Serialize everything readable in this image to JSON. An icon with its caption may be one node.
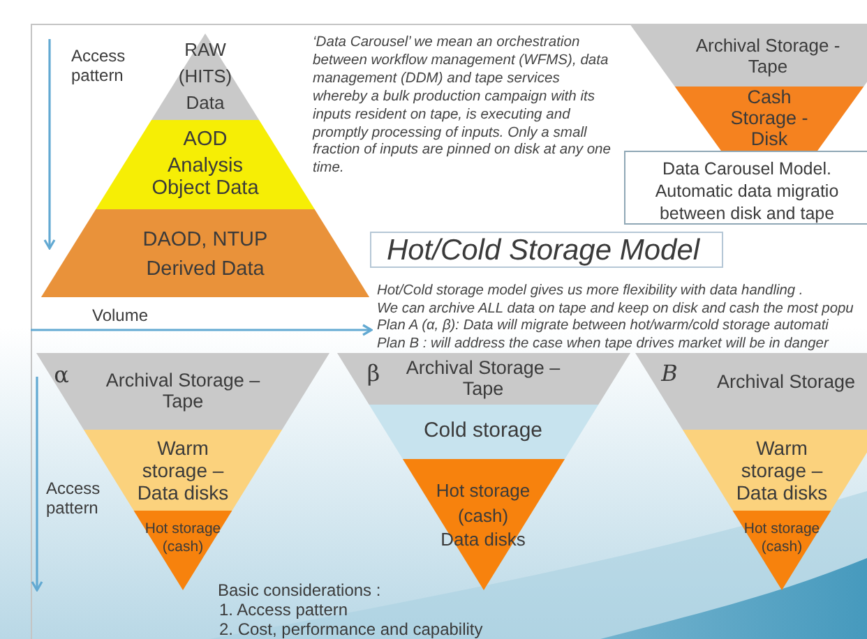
{
  "diagram": {
    "nodes": [
      {
        "text": [
          "RAW (HITS) Data"
        ]
      },
      {
        "text": [
          "AOD",
          "Analysis Object Data"
        ]
      },
      {
        "text": [
          "DAOD, NTUP",
          "Derived Data"
        ]
      },
      {
        "text": [
          "Archival Storage - Tape"
        ]
      },
      {
        "text": [
          "Cash Storage - Disk"
        ]
      },
      {
        "text": [
          "Data Carousel Model. Automatic data migratio between disk and tape"
        ]
      },
      {
        "text": [
          "Hot/Cold Storage Model"
        ]
      },
      {
        "text": [
          "α",
          "Archival Storage – Tape"
        ]
      },
      {
        "text": [
          "Warm storage – Data disks"
        ]
      },
      {
        "text": [
          "Hot storage (cash)"
        ]
      },
      {
        "text": [
          "β",
          "Archival Storage – Tape"
        ]
      },
      {
        "text": [
          "Cold storage"
        ]
      },
      {
        "text": [
          "Hot storage (cash)",
          "Data disks"
        ]
      },
      {
        "text": [
          "B",
          "Archival Storage"
        ]
      },
      {
        "text": [
          "Warm storage – Data disks"
        ]
      },
      {
        "text": [
          "Hot storage (cash)"
        ]
      }
    ],
    "labels": [
      "Access pattern",
      "‘Data Carousel’ we mean an orchestration between workflow management (WFMS), data management (DDM) and tape services whereby a bulk production campaign with its inputs resident on tape, is executing and promptly processing of inputs. Only a small fraction of inputs are pinned on disk at any one time.",
      "Volume",
      "Hot/Cold storage model gives us more flexibility with data handling .",
      "We can archive ALL data on tape and keep on disk and cash the most popu",
      "Plan A (α, β): Data will migrate between hot/warm/cold storage automati",
      "Plan B : will address the case when tape drives market will be in danger",
      "Access pattern",
      "Basic considerations :",
      "1. Access pattern",
      "2. Cost, performance and capability"
    ]
  }
}
